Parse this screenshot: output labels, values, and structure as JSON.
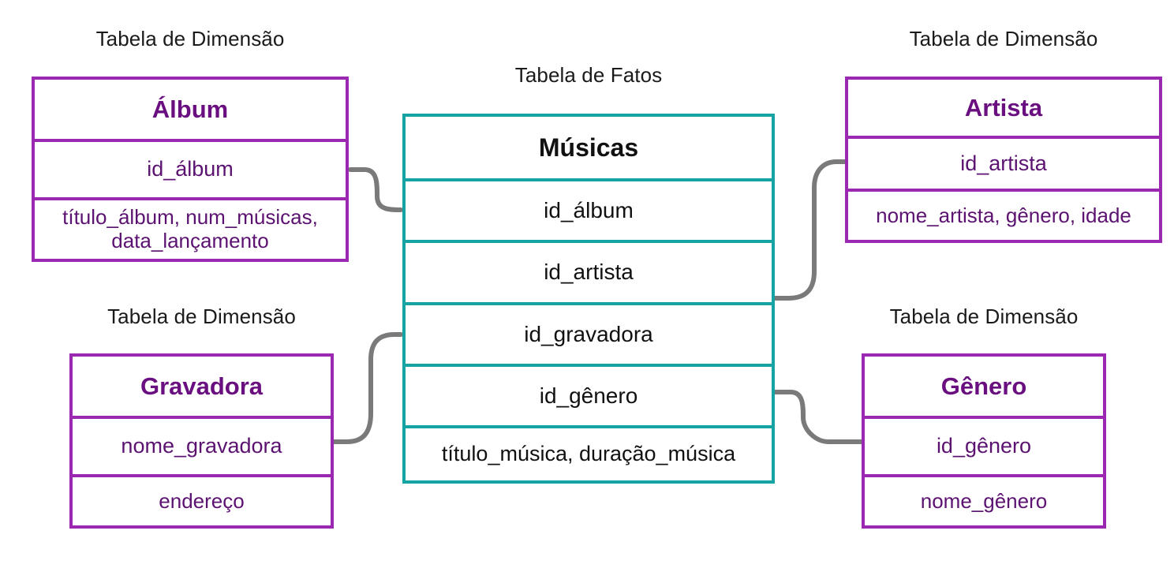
{
  "diagram": {
    "title_fact": "Tabela de Fatos",
    "caption_dimension": "Tabela de Dimensão",
    "colors": {
      "dimension_border": "#9B28B0",
      "dimension_text": "#5B1270",
      "fact_border": "#16A3A3",
      "fact_text": "#111111",
      "connector": "#7A7A7A",
      "background": "#FFFFFF"
    }
  },
  "captions": {
    "album": "Tabela de Dimensão",
    "fact": "Tabela de Fatos",
    "artista": "Tabela de Dimensão",
    "gravadora": "Tabela de Dimensão",
    "genero": "Tabela de Dimensão"
  },
  "tables": {
    "album": {
      "kind": "dimension",
      "name": "Álbum",
      "key": "id_álbum",
      "attributes": "título_álbum, num_músicas, data_lançamento"
    },
    "musicas": {
      "kind": "fact",
      "name": "Músicas",
      "fields": [
        "id_álbum",
        "id_artista",
        "id_gravadora",
        "id_gênero"
      ],
      "measures": "título_música, duração_música"
    },
    "artista": {
      "kind": "dimension",
      "name": "Artista",
      "key": "id_artista",
      "attributes": "nome_artista, gênero, idade"
    },
    "gravadora": {
      "kind": "dimension",
      "name": "Gravadora",
      "key": "nome_gravadora",
      "attributes": "endereço"
    },
    "genero": {
      "kind": "dimension",
      "name": "Gênero",
      "key": "id_gênero",
      "attributes": "nome_gênero"
    }
  },
  "relationships": [
    {
      "id": "album-musicas",
      "from": "album",
      "to": "musicas",
      "from_field": "id_álbum",
      "to_field": "id_álbum"
    },
    {
      "id": "gravadora-musicas",
      "from": "gravadora",
      "to": "musicas",
      "from_field": "nome_gravadora",
      "to_field": "id_gravadora"
    },
    {
      "id": "musicas-artista",
      "from": "musicas",
      "to": "artista",
      "from_field": "id_artista",
      "to_field": "id_artista"
    },
    {
      "id": "musicas-genero",
      "from": "musicas",
      "to": "genero",
      "from_field": "id_gênero",
      "to_field": "id_gênero"
    }
  ]
}
